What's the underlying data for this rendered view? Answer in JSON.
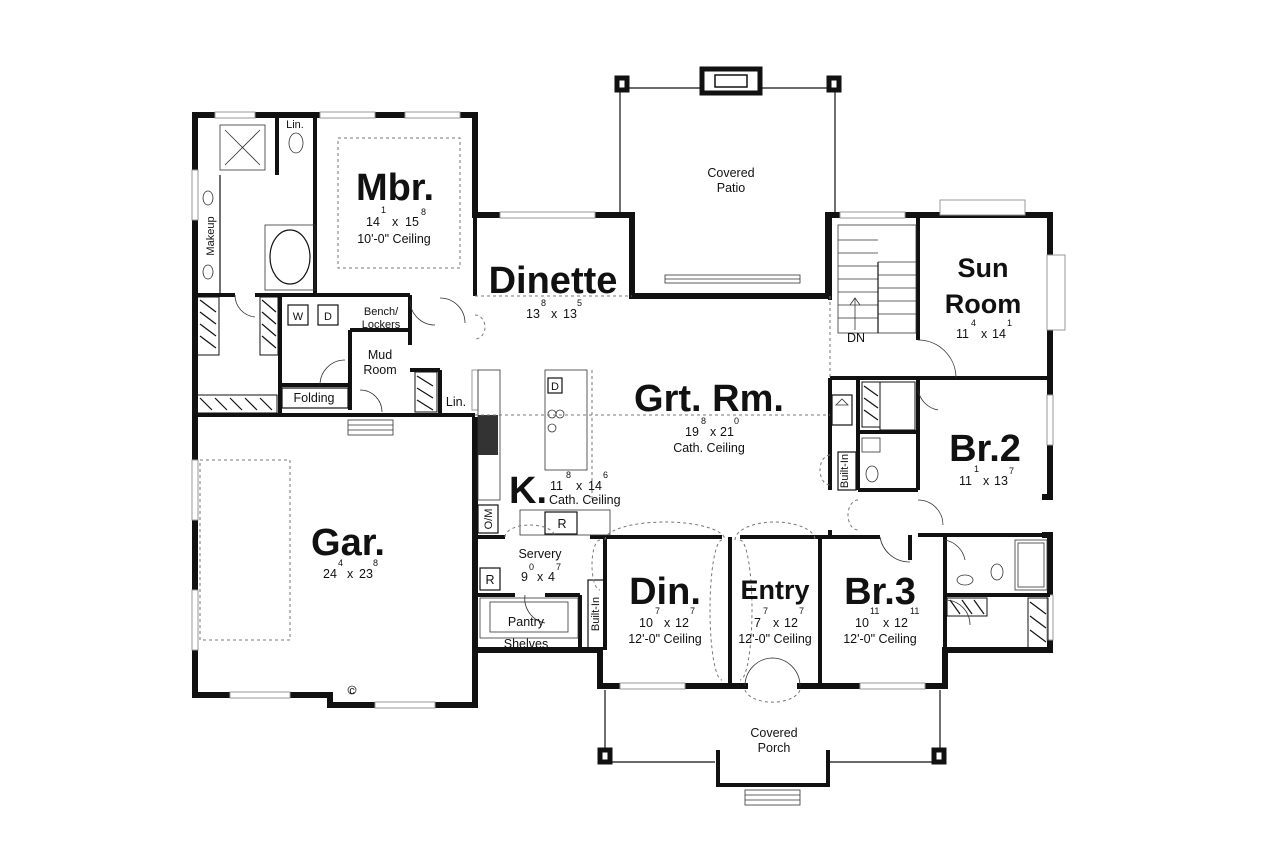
{
  "rooms": {
    "mbr": {
      "name": "Mbr.",
      "d1": "14",
      "s1": "1",
      "d2": "15",
      "s2": "8",
      "note": "10'-0\" Ceiling"
    },
    "dinette": {
      "name": "Dinette",
      "d1": "13",
      "s1": "8",
      "d2": "13",
      "s2": "5"
    },
    "grt": {
      "name": "Grt. Rm.",
      "d1": "19",
      "s1": "8",
      "d2": "21",
      "s2": "0",
      "note": "Cath. Ceiling"
    },
    "kitchen": {
      "name": "K.",
      "d1": "11",
      "s1": "8",
      "d2": "14",
      "s2": "6",
      "note": "Cath. Ceiling"
    },
    "sun": {
      "name1": "Sun",
      "name2": "Room",
      "d1": "11",
      "s1": "4",
      "d2": "14",
      "s2": "1"
    },
    "br2": {
      "name": "Br.2",
      "d1": "11",
      "s1": "1",
      "d2": "13",
      "s2": "7"
    },
    "br3": {
      "name": "Br.3",
      "d1": "10",
      "s1": "11",
      "d2": "12",
      "s2": "11",
      "note": "12'-0\" Ceiling"
    },
    "din": {
      "name": "Din.",
      "d1": "10",
      "s1": "7",
      "d2": "12",
      "s2": "7",
      "note": "12'-0\" Ceiling"
    },
    "entry": {
      "name": "Entry",
      "d1": "7",
      "s1": "7",
      "d2": "12",
      "s2": "7",
      "note": "12'-0\" Ceiling"
    },
    "gar": {
      "name": "Gar.",
      "d1": "24",
      "s1": "4",
      "d2": "23",
      "s2": "8"
    },
    "servery": {
      "name": "Servery",
      "d1": "9",
      "s1": "0",
      "d2": "4",
      "s2": "7"
    }
  },
  "labels": {
    "covered_patio_1": "Covered",
    "covered_patio_2": "Patio",
    "covered_porch_1": "Covered",
    "covered_porch_2": "Porch",
    "mud_1": "Mud",
    "mud_2": "Room",
    "bench_1": "Bench/",
    "bench_2": "Lockers",
    "folding": "Folding",
    "lin_upper": "Lin.",
    "lin_lower": "Lin.",
    "makeup": "Makeup",
    "washer": "W",
    "dryer": "D",
    "dn": "DN",
    "builtin_hall": "Built-In",
    "builtin_din": "Built-In",
    "pantry": "Pantry",
    "shelves": "Shelves",
    "om": "O/M",
    "fridge_k": "R",
    "fridge_s": "R",
    "dishwasher": "D",
    "garage_mark": "c",
    "x": "x"
  }
}
